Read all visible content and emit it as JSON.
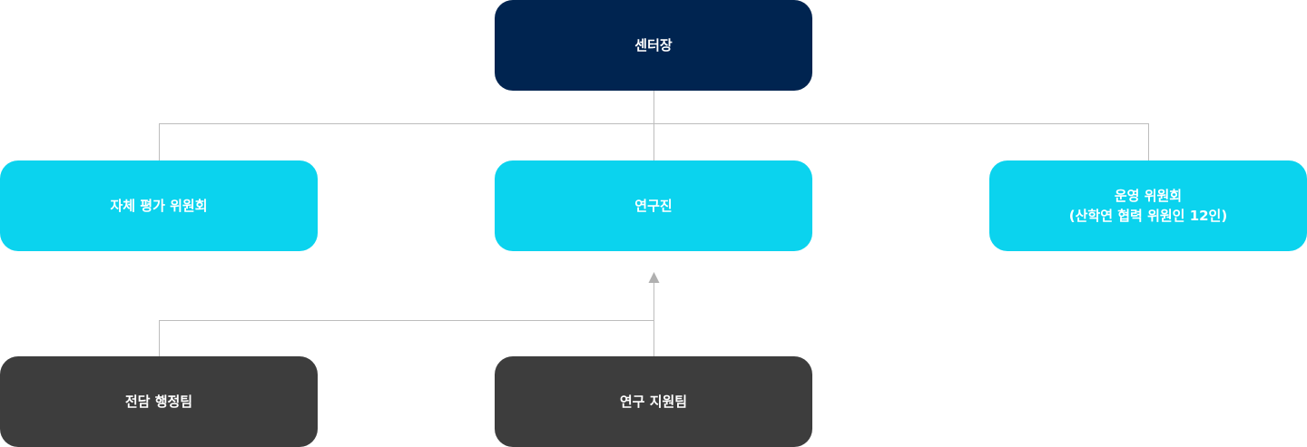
{
  "org_chart": {
    "director": {
      "label": "센터장"
    },
    "self_evaluation_committee": {
      "label": "자체 평가 위원회"
    },
    "research_team": {
      "label": "연구진"
    },
    "operating_committee": {
      "label_line1": "운영 위원회",
      "label_line2": "(산학연 협력 위원인 12인)"
    },
    "admin_team": {
      "label": "전담 행정팀"
    },
    "research_support_team": {
      "label": "연구 지원팀"
    }
  },
  "colors": {
    "director_box": "#002450",
    "committee_box": "#0bd3ee",
    "support_box": "#3d3d3d",
    "connector_line": "#bdbdbd",
    "arrow": "#b0b0b0",
    "box_text": "#ffffff"
  }
}
